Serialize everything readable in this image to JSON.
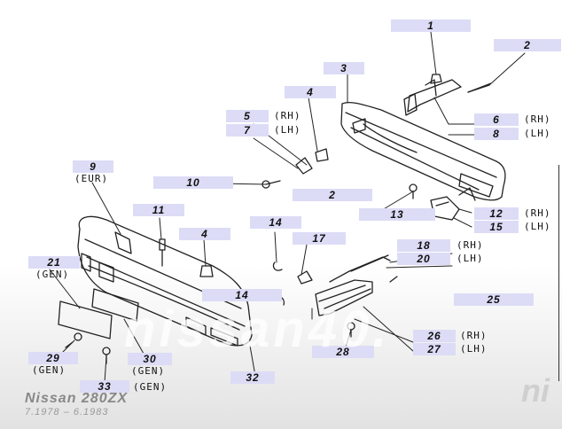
{
  "labels": {
    "n1": "1",
    "n2a": "2",
    "n3": "3",
    "n4a": "4",
    "n5": "5",
    "n6": "6",
    "n7": "7",
    "n8": "8",
    "n9": "9",
    "n10": "10",
    "n2b": "2",
    "n11": "11",
    "n4b": "4",
    "n12": "12",
    "n13": "13",
    "n14a": "14",
    "n15": "15",
    "n17": "17",
    "n18": "18",
    "n20": "20",
    "n21": "21",
    "n14b": "14",
    "n25": "25",
    "n26": "26",
    "n27": "27",
    "n28": "28",
    "n29": "29",
    "n30": "30",
    "n32": "32",
    "n33": "33"
  },
  "suffixes": {
    "rh": "(RH)",
    "lh": "(LH)",
    "eur": "(EUR)",
    "gen": "(GEN)"
  },
  "caption": {
    "model": "Nissan 280ZX",
    "dates": "7.1978 – 6.1983"
  },
  "watermark": {
    "main": "nissan40.",
    "corner": "ni"
  }
}
